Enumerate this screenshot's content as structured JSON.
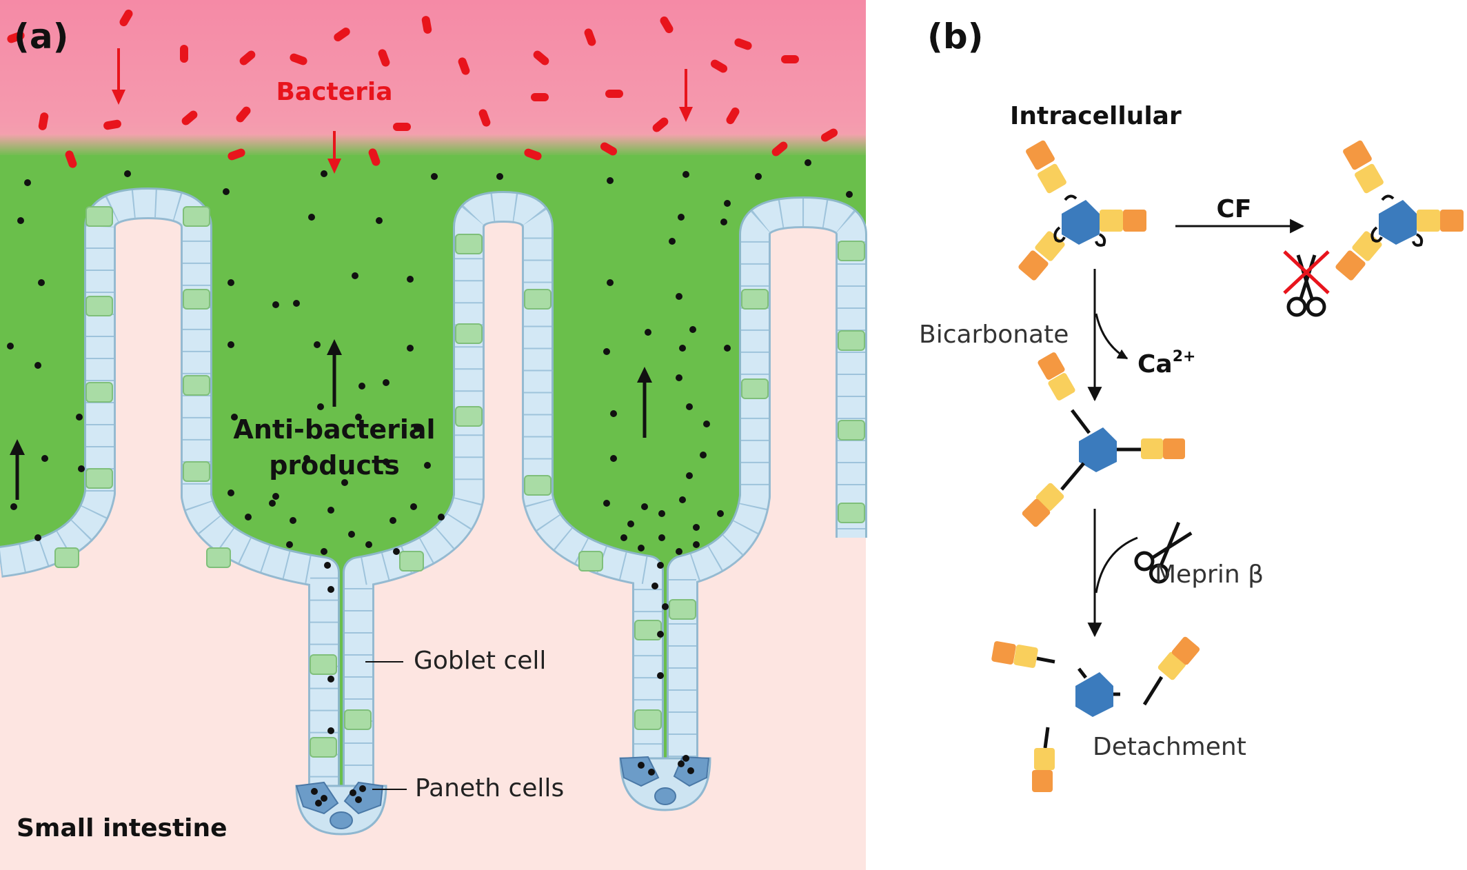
{
  "panel_a": {
    "label": "(a)",
    "bacteria_label": "Bacteria",
    "antibacterial_line1": "Anti-bacterial",
    "antibacterial_line2": "products",
    "goblet_label": "Goblet cell",
    "paneth_label": "Paneth cells",
    "region_label": "Small intestine"
  },
  "panel_b": {
    "label": "(b)",
    "title": "Intracellular",
    "cf_label": "CF",
    "bicarbonate_label": "Bicarbonate",
    "ca_label": "Ca",
    "ca_superscript": "2+",
    "meprin_label": "Meprin β",
    "detachment_label": "Detachment"
  },
  "colors": {
    "lumen_top": "#f48ca8",
    "mucus": "#6abf4b",
    "tissue": "#fde5e1",
    "bacteria": "#e8141c",
    "enterocyte": "#cde4f2",
    "goblet": "#a9dca5",
    "paneth": "#6c9cc8",
    "protein_core": "#3b7bbd",
    "domain_yellow": "#f9cf5c",
    "domain_orange": "#f49841"
  }
}
